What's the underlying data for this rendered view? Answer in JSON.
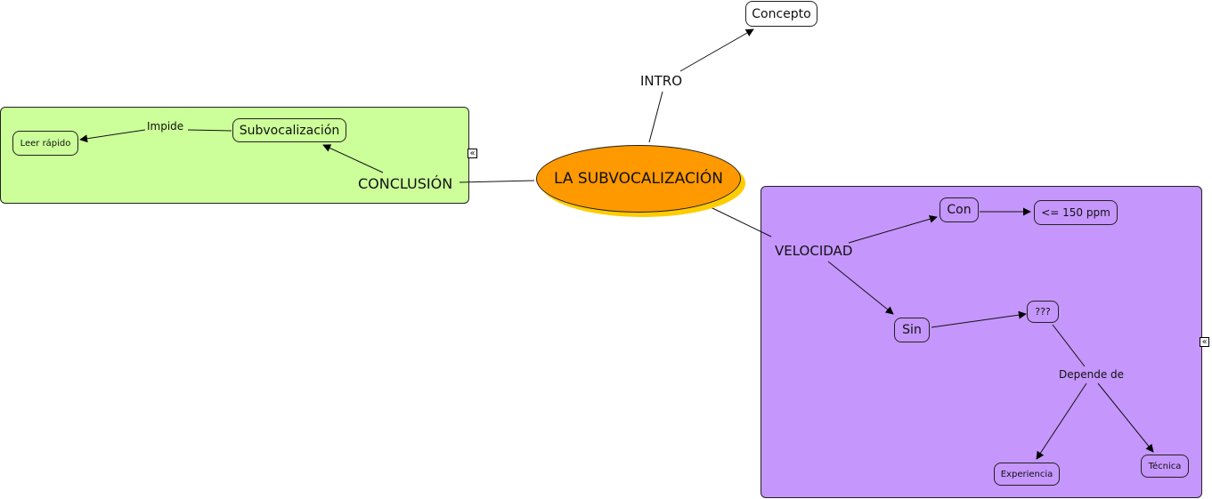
{
  "map": {
    "root": "LA SUBVOCALIZACIÓN",
    "intro": {
      "label": "INTRO",
      "target": "Concepto"
    },
    "conclusion": {
      "label": "CONCLUSIÓN",
      "nodes": {
        "subvocalizacion": "Subvocalización",
        "leer_rapido": "Leer rápido"
      },
      "link_label": "Impide"
    },
    "velocidad": {
      "label": "VELOCIDAD",
      "nodes": {
        "con": "Con",
        "ppm": "<= 150 ppm",
        "sin": "Sin",
        "unknown": "???",
        "experiencia": "Experiencia",
        "tecnica": "Técnica"
      },
      "link_label": "Depende de"
    },
    "collapse_glyph": "«"
  },
  "colors": {
    "root": "#ff9900",
    "root_shadow": "#ffcc00",
    "conclusion_group": "#ccff99",
    "velocidad_group": "#c596fc"
  }
}
